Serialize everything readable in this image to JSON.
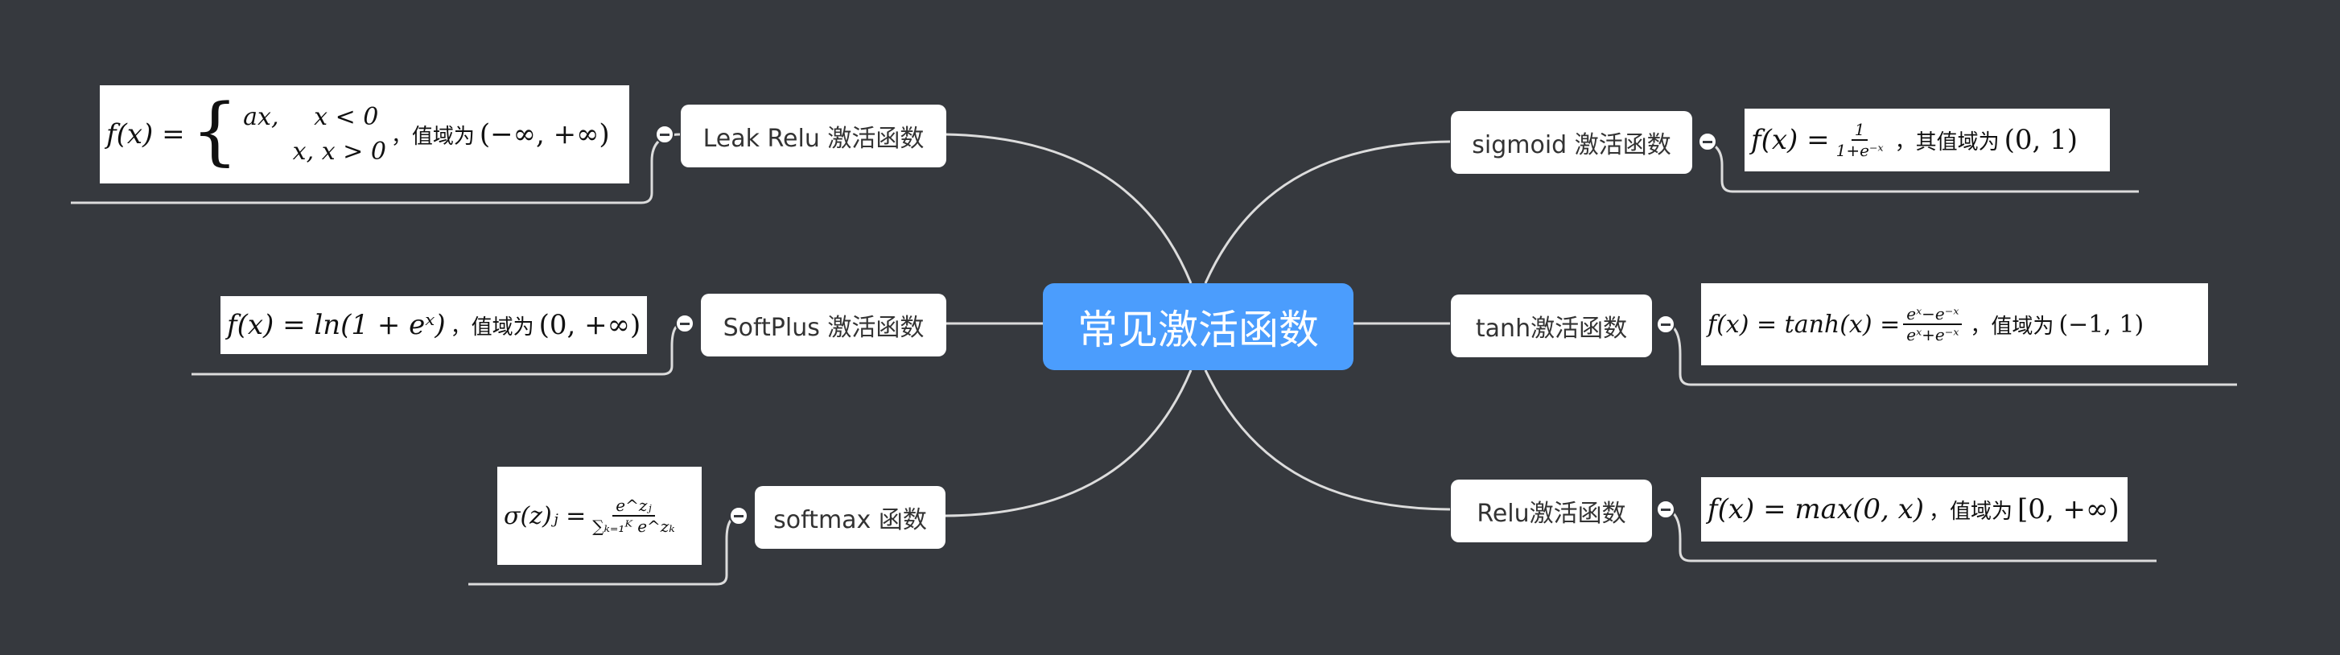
{
  "root": {
    "label": "常见激活函数"
  },
  "branches": {
    "leak_relu": {
      "label": "Leak Relu 激活函数",
      "formula": {
        "lhs": "f(x) = ",
        "case1_expr": "ax,",
        "case1_cond": "x < 0",
        "case2_expr": "x,",
        "case2_cond": "x > 0",
        "range_text": "，值域为",
        "range": "(−∞, +∞)"
      }
    },
    "softplus": {
      "label": "SoftPlus 激活函数",
      "formula": {
        "expr": "f(x) = ln(1 + eˣ)",
        "range_text": "，值域为",
        "range": "(0, +∞)"
      }
    },
    "softmax": {
      "label": "softmax 函数",
      "formula": {
        "lhs": "σ(z)ⱼ = ",
        "num": "e^zⱼ",
        "den": "∑ₖ₌₁ᴷ e^zₖ"
      }
    },
    "sigmoid": {
      "label": "sigmoid 激活函数",
      "formula": {
        "lhs": "f(x) = ",
        "num": "1",
        "den": "1+e⁻ˣ",
        "range_text": "，其值域为",
        "range": "(0, 1)"
      }
    },
    "tanh": {
      "label": "tanh激活函数",
      "formula": {
        "lhs": "f(x) = tanh(x) = ",
        "num": "eˣ−e⁻ˣ",
        "den": "eˣ+e⁻ˣ",
        "range_text": "，值域为",
        "range": "(−1, 1)"
      }
    },
    "relu": {
      "label": "Relu激活函数",
      "formula": {
        "expr": "f(x) = max(0, x)",
        "range_text": "，值域为",
        "range": "[0, +∞)"
      }
    }
  },
  "colors": {
    "background": "#36393e",
    "root": "#4b9dfd",
    "node": "#ffffff",
    "line": "#dcdcdc"
  }
}
